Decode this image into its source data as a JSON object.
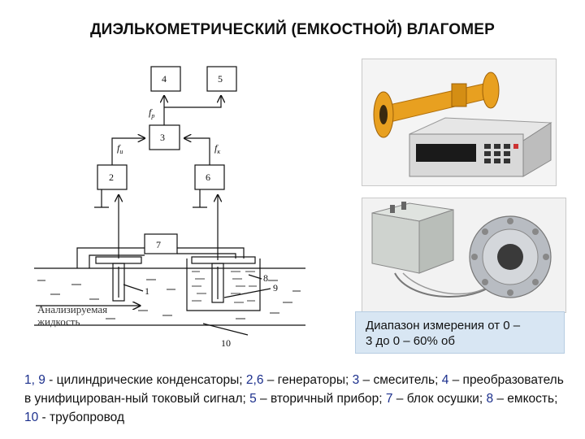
{
  "title": "ДИЭЛЬКОМЕТРИЧЕСКИЙ (ЕМКОСТНОЙ) ВЛАГОМЕР",
  "schematic": {
    "blocks": [
      "4",
      "5",
      "3",
      "2",
      "6",
      "7"
    ],
    "signals": {
      "fp": {
        "main": "f",
        "sub": "p"
      },
      "fi": {
        "main": "f",
        "sub": "и"
      },
      "fk": {
        "main": "f",
        "sub": "к"
      }
    },
    "callouts": [
      "1",
      "8",
      "9",
      "10"
    ],
    "liquid_label_line1": "Анализируемая",
    "liquid_label_line2": "жидкость"
  },
  "photos": {
    "colors": {
      "pipe": "#e8a020",
      "device": "#d9d9d9",
      "display": "#1a1a1a",
      "box": "#cfd3cf",
      "flange": "#b8bcc2"
    }
  },
  "range_box": {
    "line1": "Диапазон измерения от 0 –",
    "line2": "3 до 0 – 60% об"
  },
  "legend": [
    {
      "num": "1, 9",
      "text": " - цилиндрические конденсаторы; "
    },
    {
      "num": "2,6",
      "text": " – генераторы; "
    },
    {
      "num": "3",
      "text": " – смеситель; "
    },
    {
      "num": "4",
      "text": " – преобразователь в унифицирован-ный токовый сигнал; "
    },
    {
      "num": "5",
      "text": " – вторичный прибор; "
    },
    {
      "num": "7",
      "text": " – блок осушки; "
    },
    {
      "num": "8",
      "text": " – емкость; "
    },
    {
      "num": "10",
      "text": " - трубопровод"
    }
  ]
}
